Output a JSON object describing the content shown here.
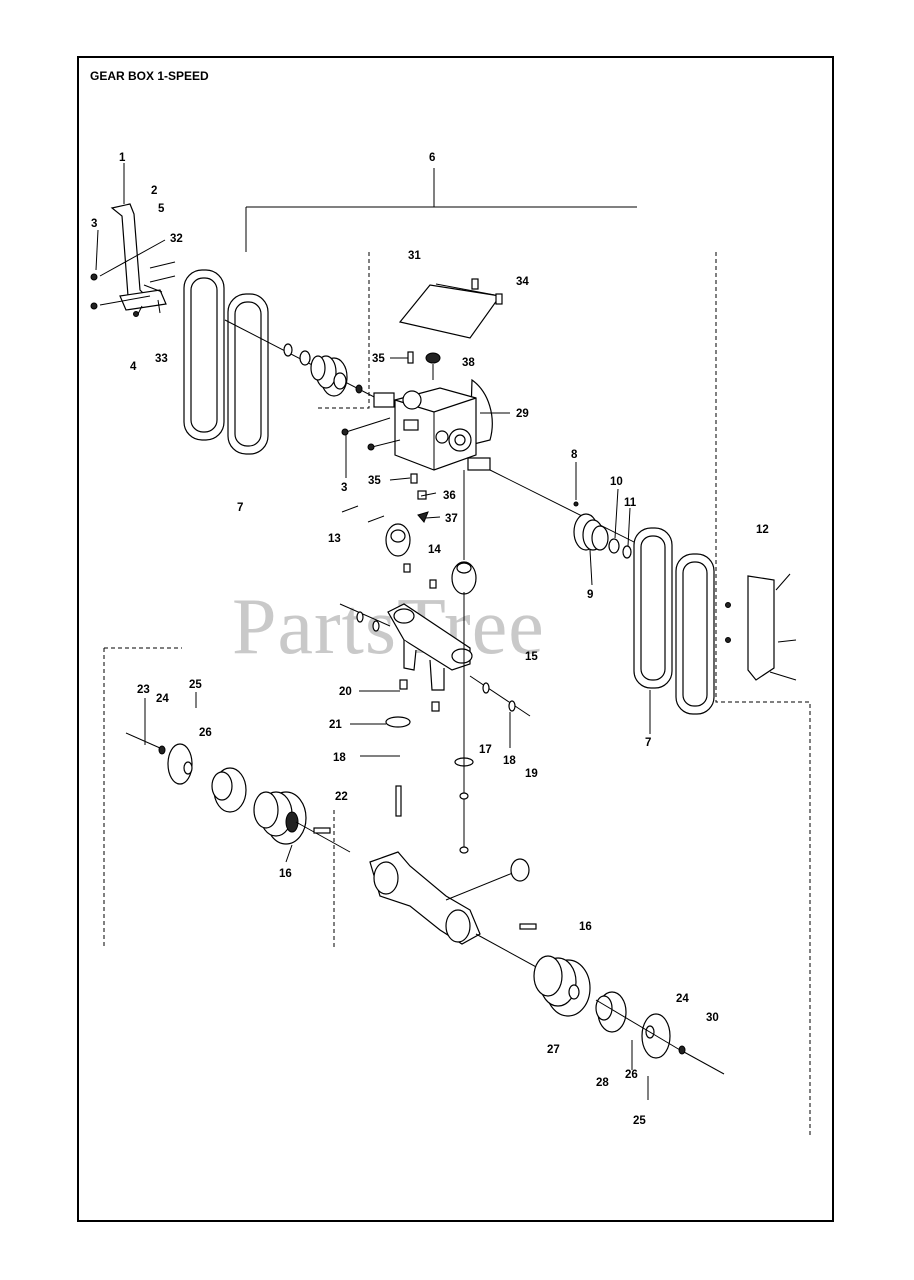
{
  "title": "GEAR BOX 1-SPEED",
  "watermark": "PartsTree",
  "labels": {
    "l1": "1",
    "l2": "2",
    "l5": "5",
    "l3a": "3",
    "l32": "32",
    "l4": "4",
    "l33": "33",
    "l6": "6",
    "l31": "31",
    "l34": "34",
    "l35a": "35",
    "l38": "38",
    "l29": "29",
    "l3b": "3",
    "l35b": "35",
    "l36": "36",
    "l37": "37",
    "l7a": "7",
    "l13": "13",
    "l14": "14",
    "l8": "8",
    "l10": "10",
    "l11": "11",
    "l9": "9",
    "l12": "12",
    "l7b": "7",
    "l15": "15",
    "l20": "20",
    "l21": "21",
    "l18a": "18",
    "l17": "17",
    "l18b": "18",
    "l19": "19",
    "l23": "23",
    "l24a": "24",
    "l25a": "25",
    "l26a": "26",
    "l22": "22",
    "l16a": "16",
    "l16b": "16",
    "l27": "27",
    "l24b": "24",
    "l30": "30",
    "l28": "28",
    "l26b": "26",
    "l25b": "25"
  },
  "icons": {
    "belt": "drive-belt-icon",
    "pulley": "pulley-icon",
    "gearbox": "gearbox-icon",
    "bracket": "bracket-icon",
    "axle": "axle-icon",
    "cover": "cover-plate-icon"
  }
}
